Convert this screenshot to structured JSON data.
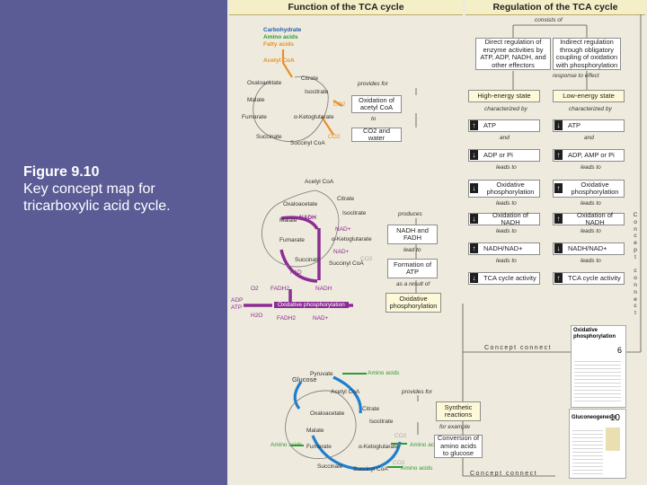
{
  "caption": {
    "figure": "Figure 9.10",
    "text": "Key concept map for tricarboxylic acid cycle."
  },
  "colors": {
    "slide_bg": "#5b5b96",
    "panel_bg": "#eeeadd",
    "cycle_orange": "#e8902a",
    "cycle_purple": "#8c2c94",
    "cycle_blue": "#1e7fd0",
    "amino_green": "#2e9b3a"
  },
  "headers": {
    "function": "Function of the TCA cycle",
    "regulation": "Regulation of the TCA cycle"
  },
  "cycle1": {
    "inputs": [
      "Carbohydrate",
      "Amino acids",
      "Fatty acids"
    ],
    "acetyl": "Acetyl CoA",
    "citrate": "Citrate",
    "oxaloacetate": "Oxaloacetate",
    "isocitrate": "Isocitrate",
    "malate": "Malate",
    "akg": "α-Ketoglutarate",
    "fumarate": "Fumarate",
    "succinate": "Succinate",
    "succcoa": "Succinyl CoA",
    "co2": "CO2",
    "provides": "provides for",
    "to": "to",
    "box_oxidation": "Oxidation of acetyl CoA",
    "box_co2": "CO2 and water"
  },
  "cycle2": {
    "acetyl": "Acetyl CoA",
    "citrate": "Citrate",
    "oxaloacetate": "Oxaloacetate",
    "isocitrate": "Isocitrate",
    "malate": "Malate",
    "nadh": "NADH",
    "nad": "NAD+",
    "akg": "α-Ketoglutarate",
    "fumarate": "Fumarate",
    "succinate": "Succinate",
    "succcoa": "Succinyl CoA",
    "fad": "FAD",
    "fadh2": "FADH2",
    "co2": "CO2",
    "o2": "O2",
    "adp": "ADP",
    "atp": "ATP",
    "h2o": "H2O",
    "oxphos": "Oxidative phosphorylation",
    "produces": "produces",
    "lead_to": "lead to",
    "as_consequence": "as a result of",
    "box_nadh": "NADH and FADH",
    "box_atp": "Formation of ATP",
    "box_oxphos": "Oxidative phosphorylation"
  },
  "cycle3": {
    "pyruvate": "Pyruvate",
    "glucose": "Glucose",
    "acetyl": "Acetyl CoA",
    "oxaloacetate": "Oxaloacetate",
    "citrate": "Citrate",
    "isocitrate": "Isocitrate",
    "malate": "Malate",
    "fumarate": "Fumarate",
    "akg": "α-Ketoglutarate",
    "succinate": "Succinate",
    "succcoa": "Succinyl CoA",
    "co2": "CO2",
    "amino": "Amino acids",
    "provides": "provides for",
    "example": "for example",
    "box_synth": "Synthetic reactions",
    "box_conv": "Conversion of amino acids to glucose"
  },
  "regulation": {
    "consists_of": "consists of",
    "response_to": "response to effect",
    "box_direct": "Direct regulation of enzyme activities by ATP, ADP, NADH, and other effectors",
    "box_indirect": "Indirect regulation through obligatory coupling of oxidation with phosphorylation",
    "left": {
      "state": "High-energy state",
      "characterized": "characterized by",
      "atp": "ATP",
      "and": "and",
      "adp": "ADP or Pi",
      "leads_to_1": "leads to",
      "oxphos": "Oxidative phosphorylation",
      "leads_to_2": "leads to",
      "oxnadh": "Oxidation of NADH",
      "leads_to_3": "leads to",
      "ratio": "NADH/NAD+",
      "leads_to_4": "leads to",
      "tca": "TCA cycle activity"
    },
    "right": {
      "state": "Low-energy state",
      "characterized": "characterized by",
      "atp": "ATP",
      "and": "and",
      "adp": "ADP, AMP or Pi",
      "leads_to_1": "leads to",
      "oxphos": "Oxidative phosphorylation",
      "leads_to_2": "leads to",
      "oxnadh": "Oxidation of NADH",
      "leads_to_3": "leads to",
      "ratio": "NADH/NAD+",
      "leads_to_4": "leads to",
      "tca": "TCA cycle activity"
    },
    "arrows": {
      "left": [
        "↑",
        "↓",
        "↓",
        "↓",
        "↑",
        "↓"
      ],
      "right": [
        "↓",
        "↑",
        "↑",
        "↑",
        "↓",
        "↑"
      ]
    }
  },
  "connectors": {
    "vertical": "Concept connect",
    "bottom1": "Concept connect",
    "bottom2": "Concept connect"
  },
  "thumbs": {
    "t1_title": "Oxidative phosphorylation",
    "t1_num": "6",
    "t2_title": "Gluconeogenesis",
    "t2_num": "10"
  }
}
